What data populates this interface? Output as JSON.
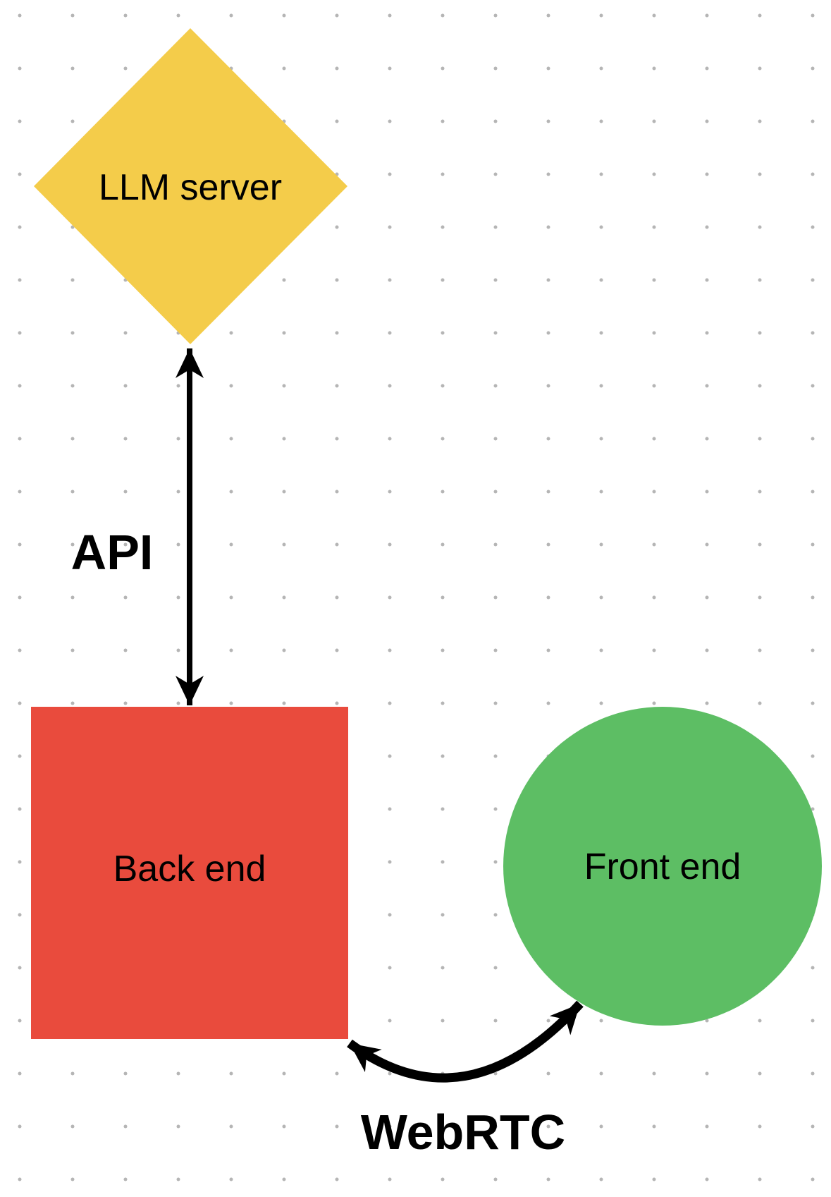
{
  "canvas": {
    "background_color": "#ffffff",
    "dot_grid": {
      "color": "#b5b5b5",
      "spacing": 75,
      "dot_radius": 2.5
    }
  },
  "nodes": [
    {
      "id": "llm-server",
      "label": "LLM server",
      "shape": "diamond",
      "fill": "#F4CC4A"
    },
    {
      "id": "back-end",
      "label": "Back end",
      "shape": "square",
      "fill": "#E94B3D"
    },
    {
      "id": "front-end",
      "label": "Front end",
      "shape": "circle",
      "fill": "#5DBE64"
    }
  ],
  "edges": [
    {
      "id": "api",
      "label": "API",
      "from": "llm-server",
      "to": "back-end",
      "type": "double-arrow-straight",
      "color": "#000000"
    },
    {
      "id": "webrtc",
      "label": "WebRTC",
      "from": "back-end",
      "to": "front-end",
      "type": "double-arrow-curved",
      "color": "#000000"
    }
  ]
}
